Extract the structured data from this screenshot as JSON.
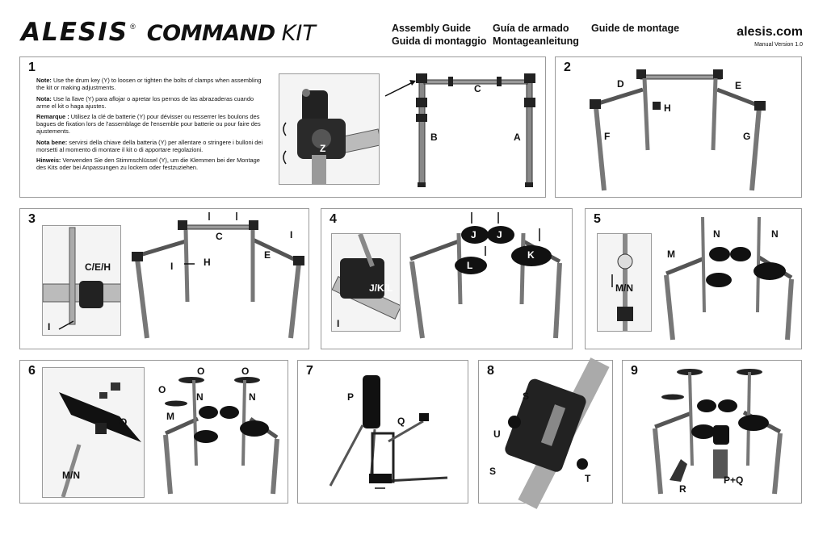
{
  "header": {
    "brand": "ALESIS",
    "reg_mark": "®",
    "product_bold": "COMMAND",
    "product_light": "KIT",
    "guides": [
      "Assembly Guide",
      "Guía de armado",
      "Guide de montage",
      "Guida di montaggio",
      "Montageanleitung"
    ],
    "website": "alesis.com",
    "version": "Manual Version 1.0"
  },
  "step1": {
    "number": "1",
    "notes": [
      {
        "label": "Note:",
        "text": "Use the drum key (Y) to loosen or tighten the bolts of clamps when assembling the kit or making adjustments."
      },
      {
        "label": "Nota:",
        "text": "Use la llave (Y) para aflojar o apretar los pernos de las abrazaderas cuando arme el kit o haga ajustes."
      },
      {
        "label": "Remarque :",
        "text": "Utilisez la clé de batterie (Y) pour dévisser ou resserrer les boulons des bagues de fixation lors de l'assemblage de l'ensemble pour batterie ou pour faire des ajustements."
      },
      {
        "label": "Nota bene:",
        "text": "servirsi della chiave della batteria (Y) per allentare o stringere i bulloni dei morsetti al momento di montare il kit o di apportare regolazioni."
      },
      {
        "label": "Hinweis:",
        "text": "Verwenden Sie den Stimmschlüssel (Y), um die Klemmen bei der Montage des Kits oder bei Anpassungen zu lockern oder festzuziehen."
      }
    ],
    "labels": {
      "z": "Z",
      "c": "C",
      "b": "B",
      "a": "A"
    }
  },
  "step2": {
    "number": "2",
    "labels": {
      "d": "D",
      "e": "E",
      "h": "H",
      "f": "F",
      "g": "G"
    }
  },
  "step3": {
    "number": "3",
    "labels": {
      "ceh": "C/E/H",
      "i_inset": "I",
      "c": "C",
      "i_left": "I",
      "h": "H",
      "e": "E",
      "i_right": "I"
    }
  },
  "step4": {
    "number": "4",
    "labels": {
      "jkl": "J/K/L",
      "i_inset": "I",
      "j1": "J",
      "j2": "J",
      "l": "L",
      "k": "K"
    }
  },
  "step5": {
    "number": "5",
    "labels": {
      "mn": "M/N",
      "m": "M",
      "n1": "N",
      "n2": "N"
    }
  },
  "step6": {
    "number": "6",
    "labels": {
      "o_inset": "O",
      "mn": "M/N",
      "o1": "O",
      "o2": "O",
      "o3": "O",
      "m": "M",
      "n1": "N",
      "n2": "N"
    }
  },
  "step7": {
    "number": "7",
    "labels": {
      "p": "P",
      "q": "Q"
    }
  },
  "step8": {
    "number": "8",
    "labels": {
      "s1": "S",
      "u": "U",
      "s2": "S",
      "t": "T"
    }
  },
  "step9": {
    "number": "9",
    "labels": {
      "r": "R",
      "pq": "P+Q"
    }
  }
}
